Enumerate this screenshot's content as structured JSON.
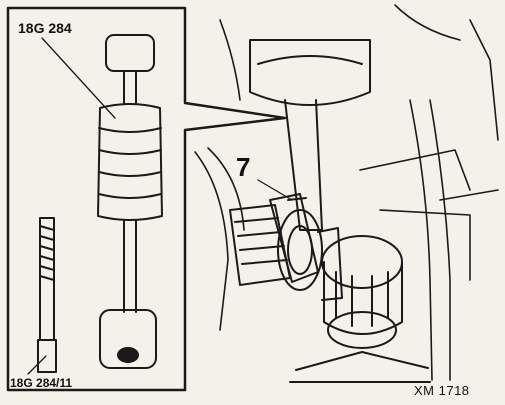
{
  "labels": {
    "tool_main": "18G 284",
    "tool_adapter": "18G 284/11",
    "callout_number": "7",
    "figure_ref": "XM 1718"
  }
}
